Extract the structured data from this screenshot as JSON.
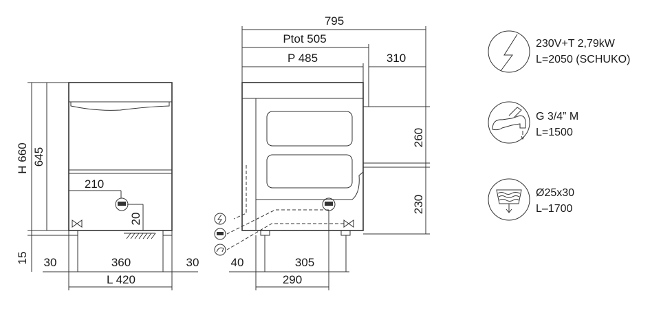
{
  "front_view": {
    "height_total": "H 660",
    "height_body": "645",
    "foot_height": "15",
    "drain_offset": "210",
    "drain_height": "20",
    "foot_left": "30",
    "foot_span": "360",
    "foot_right": "30",
    "width": "L 420"
  },
  "side_view": {
    "overall_depth": "795",
    "depth_total": "Ptot 505",
    "depth": "P 485",
    "rear_clearance": "310",
    "upper_height": "260",
    "lower_height": "230",
    "front_foot_offset": "40",
    "foot_span": "305",
    "rear_offset": "290"
  },
  "specs": [
    {
      "icon": "electric-bolt-icon",
      "line1": "230V+T 2,79kW",
      "line2": "L=2050 (SCHUKO)"
    },
    {
      "icon": "water-tap-icon",
      "line1": "G 3/4” M",
      "line2": "L=1500"
    },
    {
      "icon": "drain-basin-icon",
      "line1": "Ø25x30",
      "line2": "L–1700"
    }
  ]
}
